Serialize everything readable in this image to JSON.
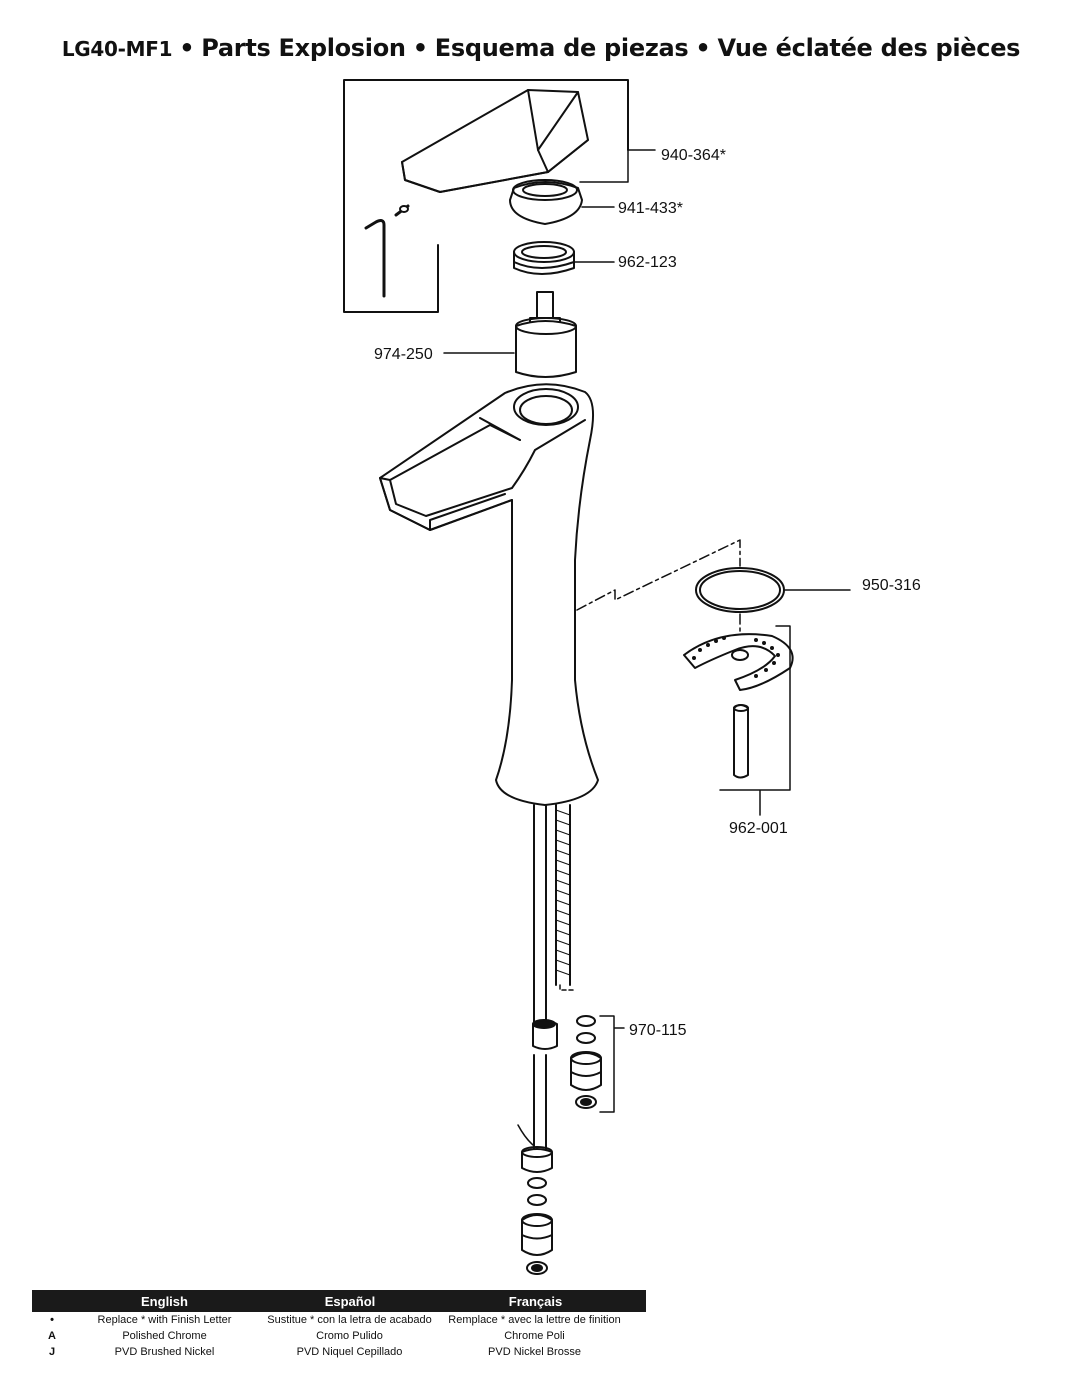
{
  "header": {
    "model": "LG40-MF1",
    "separator": "•",
    "title_en": "Parts Explosion",
    "title_es": "Esquema de piezas",
    "title_fr": "Vue éclatée des pièces"
  },
  "parts": [
    {
      "id": "handle",
      "number": "940-364*"
    },
    {
      "id": "cap",
      "number": "941-433*"
    },
    {
      "id": "nut",
      "number": "962-123"
    },
    {
      "id": "cartridge",
      "number": "974-250"
    },
    {
      "id": "oring",
      "number": "950-316"
    },
    {
      "id": "mount",
      "number": "962-001"
    },
    {
      "id": "supply",
      "number": "970-115"
    }
  ],
  "legend": {
    "headers": {
      "en": "English",
      "es": "Español",
      "fr": "Français"
    },
    "rows": [
      {
        "symbol": "•",
        "en": "Replace * with Finish Letter",
        "es": "Sustitue * con la letra de acabado",
        "fr": "Remplace * avec la lettre de finition"
      },
      {
        "symbol": "A",
        "en": "Polished Chrome",
        "es": "Cromo Pulido",
        "fr": "Chrome Poli"
      },
      {
        "symbol": "J",
        "en": "PVD Brushed Nickel",
        "es": "PVD Niquel Cepillado",
        "fr": "PVD Nickel Brosse"
      }
    ]
  }
}
